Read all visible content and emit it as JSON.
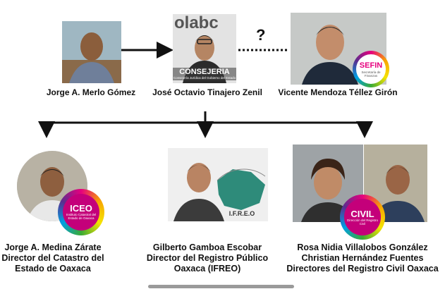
{
  "top_row": [
    {
      "name": "Jorge A. Merlo Gómez"
    },
    {
      "name": "José Octavio Tinajero Zenil",
      "banner": "CONSEJERIA",
      "banner_sub": "Consejería Jurídica del Gobierno del Estado",
      "backdrop_text": "olabc"
    },
    {
      "name": "Vicente Mendoza Téllez Girón",
      "badge": "SEFIN",
      "badge_sub": "Secretaría de Finanzas"
    }
  ],
  "relation_marker": "?",
  "bottom_row": [
    {
      "lines": [
        "Jorge A. Medina Zárate",
        "Director del Catastro del",
        "Estado de Oaxaca"
      ],
      "badge": "ICEO",
      "badge_sub": "Instituto Catastral del Estado de Oaxaca"
    },
    {
      "lines": [
        "Gilberto Gamboa Escobar",
        "Director del Registro Público",
        "Oaxaca (IFREO)"
      ],
      "logo_text": "I.F.R.E.O"
    },
    {
      "lines": [
        "Rosa Nidia Villalobos González",
        "Christian Hernández Fuentes",
        "Directores del Registro Civil Oaxaca"
      ],
      "badge": "CIVIL",
      "badge_sub": "Dirección del Registro Civil"
    }
  ],
  "colors": {
    "badge_magenta": "#c4007a",
    "line": "#111111",
    "oaxaca_map": "#2e8b7a"
  }
}
